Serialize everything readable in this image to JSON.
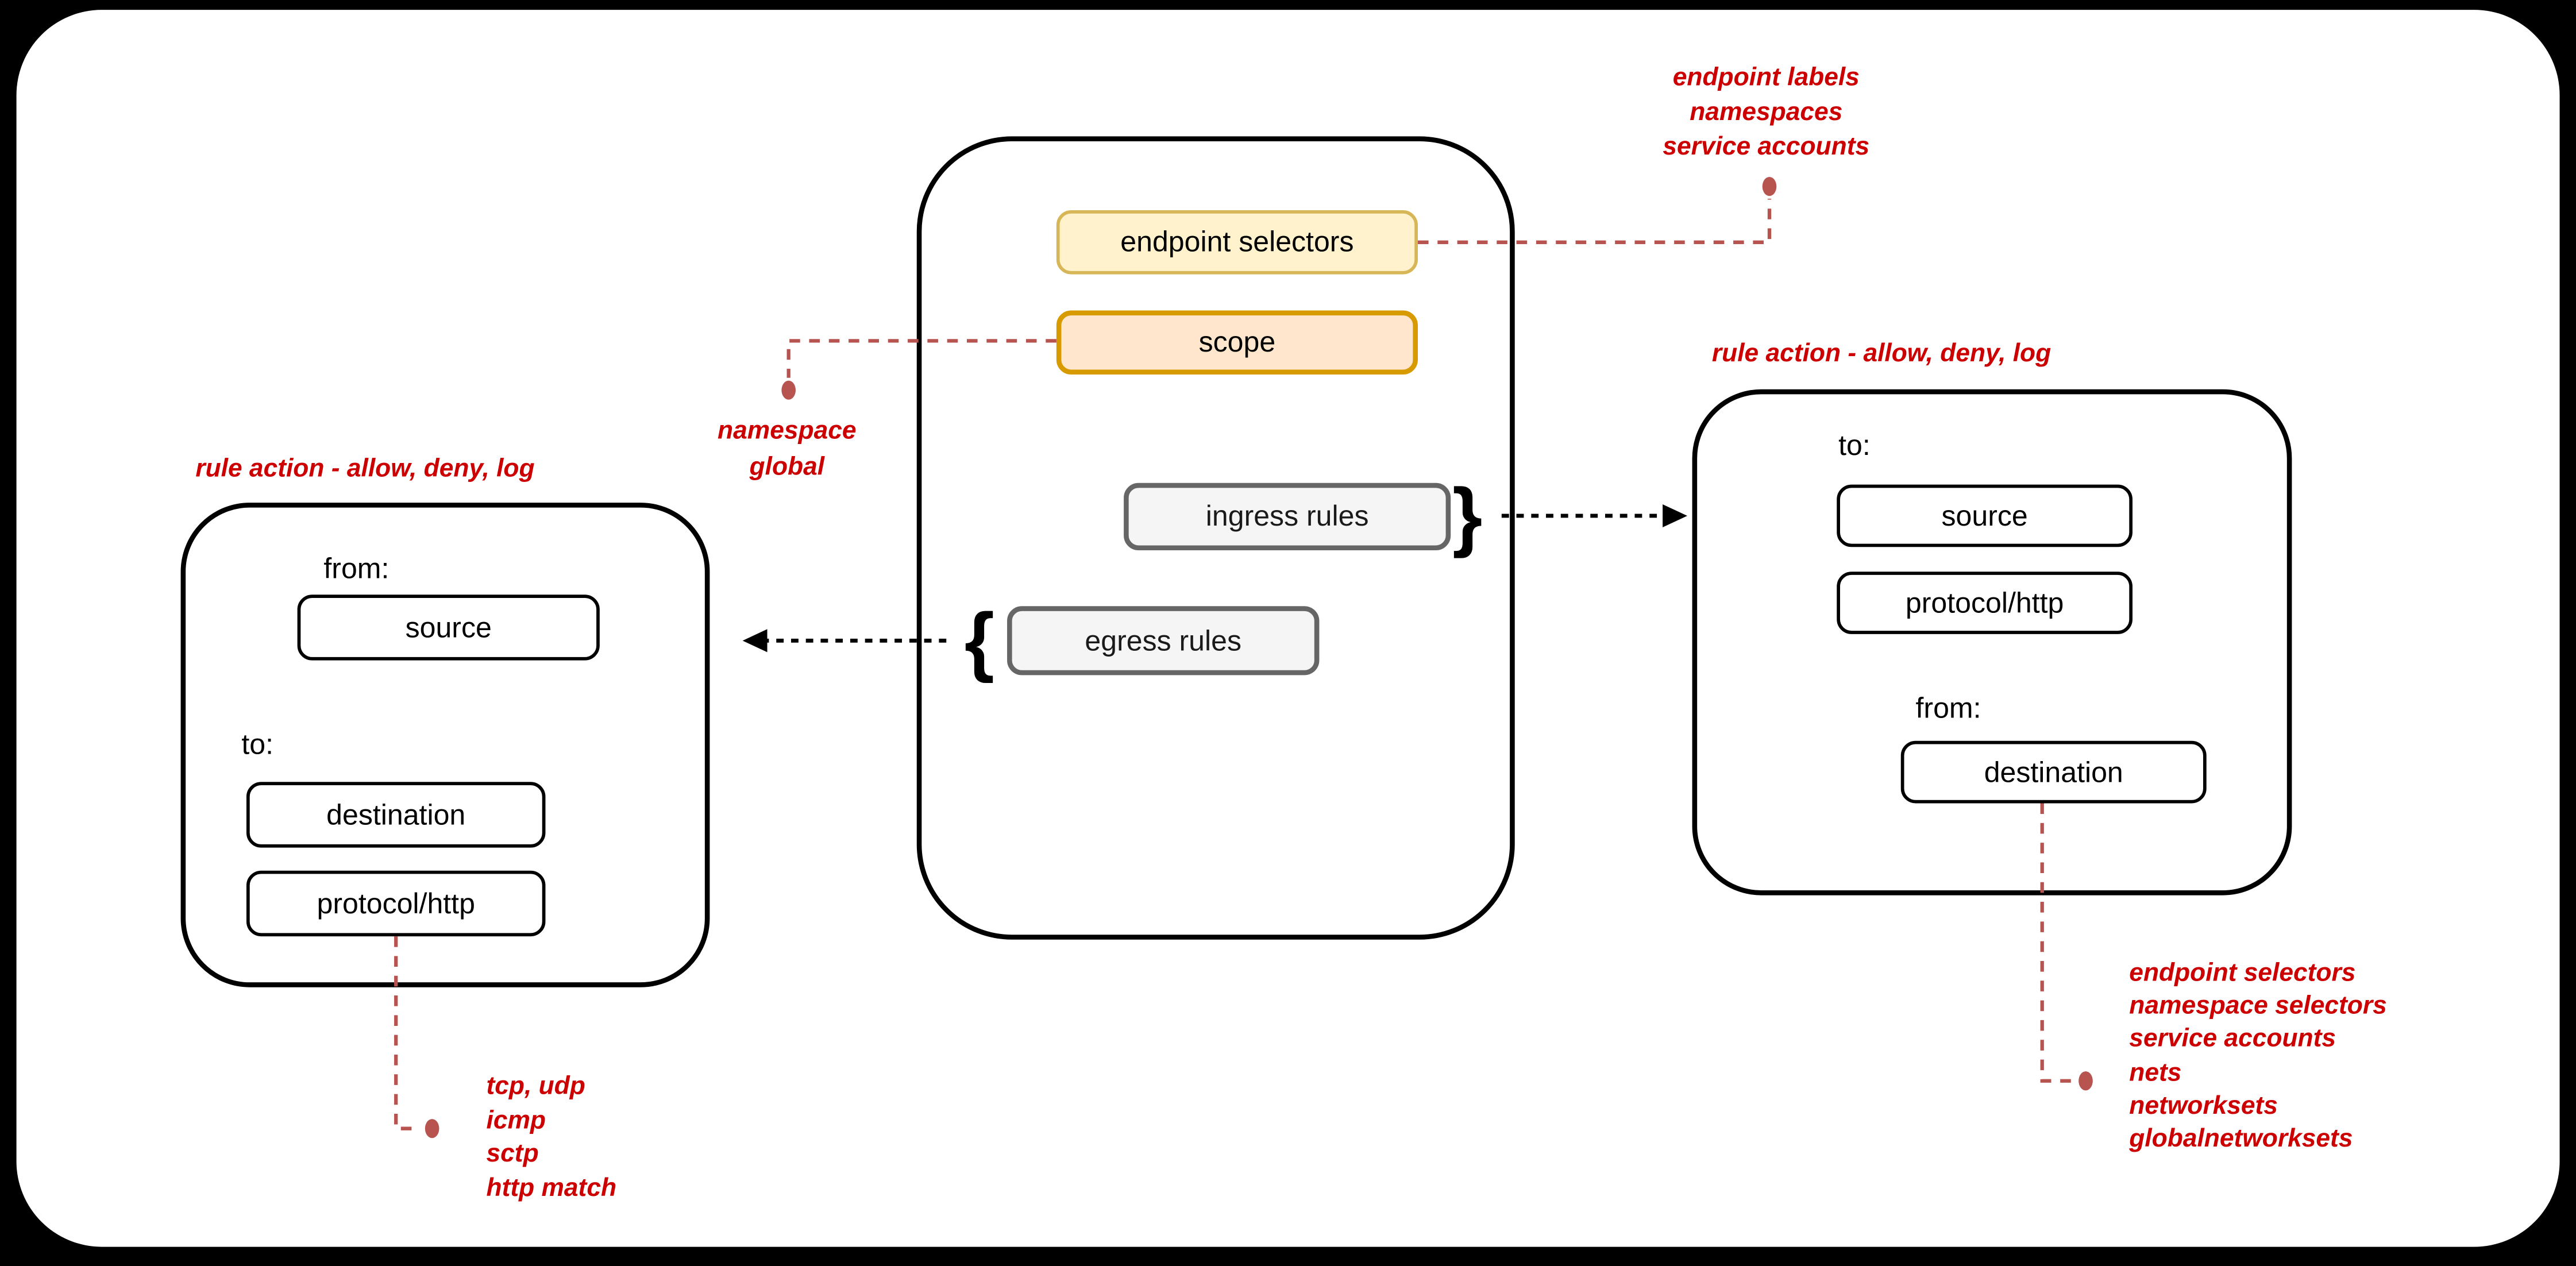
{
  "policy": {
    "endpoint_selectors": "endpoint selectors",
    "scope": "scope",
    "ingress_rules": "ingress rules",
    "egress_rules": "egress rules",
    "ingress_brace": "}",
    "egress_brace": "{"
  },
  "egress_detail": {
    "title": "rule action - allow, deny, log",
    "from_label": "from:",
    "source": "source",
    "to_label": "to:",
    "destination": "destination",
    "protocol": "protocol/http"
  },
  "ingress_detail": {
    "title": "rule action - allow, deny, log",
    "to_label": "to:",
    "source": "source",
    "protocol": "protocol/http",
    "from_label": "from:",
    "destination": "destination"
  },
  "notes": {
    "endpoint_selectors_note": {
      "lines": [
        "endpoint labels",
        "namespaces",
        "service accounts"
      ]
    },
    "scope_note": {
      "lines": [
        "namespace",
        "global"
      ]
    },
    "protocol_note": {
      "lines": [
        "tcp, udp",
        "icmp",
        "sctp",
        "http match"
      ]
    },
    "destination_note": {
      "lines": [
        "endpoint selectors",
        "namespace selectors",
        "service accounts",
        "nets",
        "networksets",
        "globalnetworksets"
      ]
    }
  },
  "colors": {
    "note_text": "#cc0000",
    "connector": "#b85450",
    "endpoint_selectors_fill": "#fff2cc",
    "endpoint_selectors_stroke": "#d6b656",
    "scope_fill": "#ffe6cc",
    "scope_stroke": "#d79b00",
    "rules_fill": "#f5f5f5",
    "rules_stroke": "#666666"
  }
}
